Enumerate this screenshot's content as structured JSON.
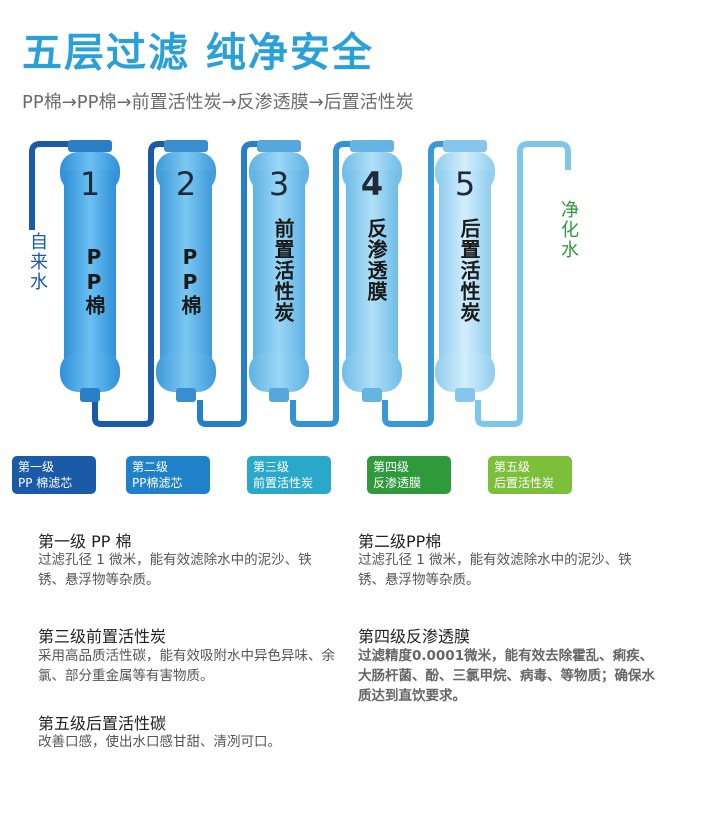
{
  "title": "五层过滤  纯净安全",
  "subtitle": "PP棉→PP棉→前置活性炭→反渗透膜→后置活性炭",
  "inlet_label": "自来水",
  "outlet_label": "净化水",
  "stages": [
    {
      "num": "1",
      "label": "PP棉"
    },
    {
      "num": "2",
      "label": "PP棉"
    },
    {
      "num": "3",
      "label": "前置活性炭"
    },
    {
      "num": "4",
      "label": "反渗透膜"
    },
    {
      "num": "5",
      "label": "后置活性炭"
    }
  ],
  "badges": [
    {
      "line1": "第一级",
      "line2": "PP 棉滤芯"
    },
    {
      "line1": "第二级",
      "line2": "PP棉滤芯"
    },
    {
      "line1": "第三级",
      "line2": "前置活性炭"
    },
    {
      "line1": "第四级",
      "line2": "反渗透膜"
    },
    {
      "line1": "第五级",
      "line2": "后置活性炭"
    }
  ],
  "descriptions": [
    {
      "title": "第一级 PP 棉",
      "text": "过滤孔径 1 微米，能有效滤除水中的泥沙、铁锈、悬浮物等杂质。"
    },
    {
      "title": "第二级PP棉",
      "text": "过滤孔径 1 微米，能有效滤除水中的泥沙、铁锈、悬浮物等杂质。"
    },
    {
      "title": "第三级前置活性炭",
      "text": "采用高品质活性碳，能有效吸附水中异色异味、余氯、部分重金属等有害物质。"
    },
    {
      "title": "第四级反渗透膜",
      "text": "过滤精度0.0001微米，能有效去除霍乱、痢疾、大肠杆菌、酚、三氯甲烷、病毒、等物质；确保水质达到直饮要求。"
    },
    {
      "title": "第五级后置活性碳",
      "text": "改善口感，使出水口感甘甜、清冽可口。"
    }
  ],
  "colors": {
    "title": "#2aa0d8",
    "badge_1": "#1a5aa6",
    "badge_2": "#1f82c8",
    "badge_3": "#2aa8c9",
    "badge_4": "#2f9a3c",
    "badge_5": "#7cbf3a",
    "outlet_label": "#2f9a3c",
    "inlet_label": "#1a5aa6"
  }
}
